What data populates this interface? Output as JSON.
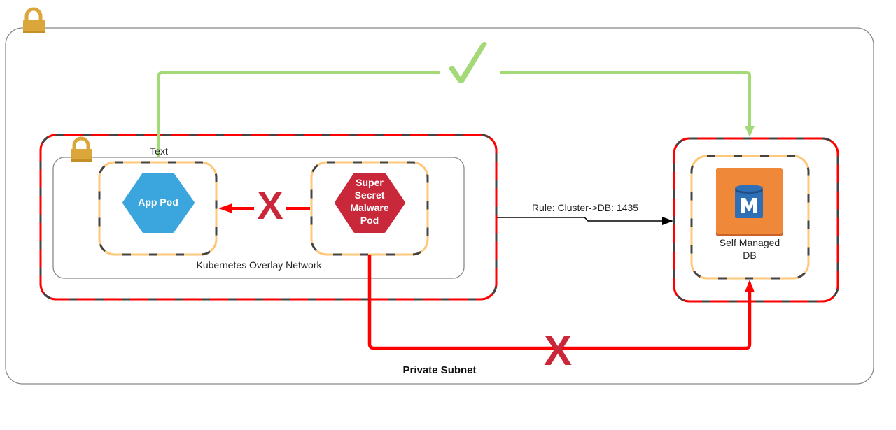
{
  "diagram": {
    "private_subnet": {
      "label": "Private Subnet",
      "icon": "lock-icon"
    },
    "cluster_boundary": {
      "icon": "lock-icon"
    },
    "overlay_network": {
      "label": "Kubernetes Overlay Network",
      "top_label": "Text"
    },
    "app_pod": {
      "label": "App Pod",
      "shape": "hexagon",
      "color": "#3ba6dd"
    },
    "malware_pod": {
      "label_lines": [
        "Super",
        "Secret",
        "Malware",
        "Pod"
      ],
      "shape": "hexagon",
      "color": "#c9283a"
    },
    "database": {
      "label_lines": [
        "Self Managed",
        "DB"
      ],
      "icon": "database-m-icon",
      "icon_bg": "#f0883a",
      "icon_fg": "#2f6fb5"
    },
    "connections": [
      {
        "id": "app-to-db",
        "from": "App Pod",
        "to": "Self Managed DB",
        "status": "allowed",
        "status_icon": "check-icon",
        "color": "#a3d977"
      },
      {
        "id": "malware-to-app",
        "from": "Super Secret Malware Pod",
        "to": "App Pod",
        "status": "blocked",
        "status_icon": "x-icon",
        "color": "#ff0000",
        "status_glyph": "X"
      },
      {
        "id": "malware-to-db",
        "from": "Super Secret Malware Pod",
        "to": "Self Managed DB",
        "status": "blocked",
        "status_icon": "x-icon",
        "color": "#ff0000",
        "status_glyph": "X"
      },
      {
        "id": "cluster-rule",
        "from": "Cluster",
        "to": "DB",
        "label": "Rule: Cluster->DB: 1435",
        "color": "#000000"
      }
    ],
    "colors": {
      "lock": "#dba63a",
      "boundary_red": "#ff0000",
      "boundary_dash": "#444444",
      "pod_border": "#ffc77a",
      "allowed": "#a3d977",
      "blocked_x": "#c9283a",
      "subnet_border": "#888888"
    }
  }
}
